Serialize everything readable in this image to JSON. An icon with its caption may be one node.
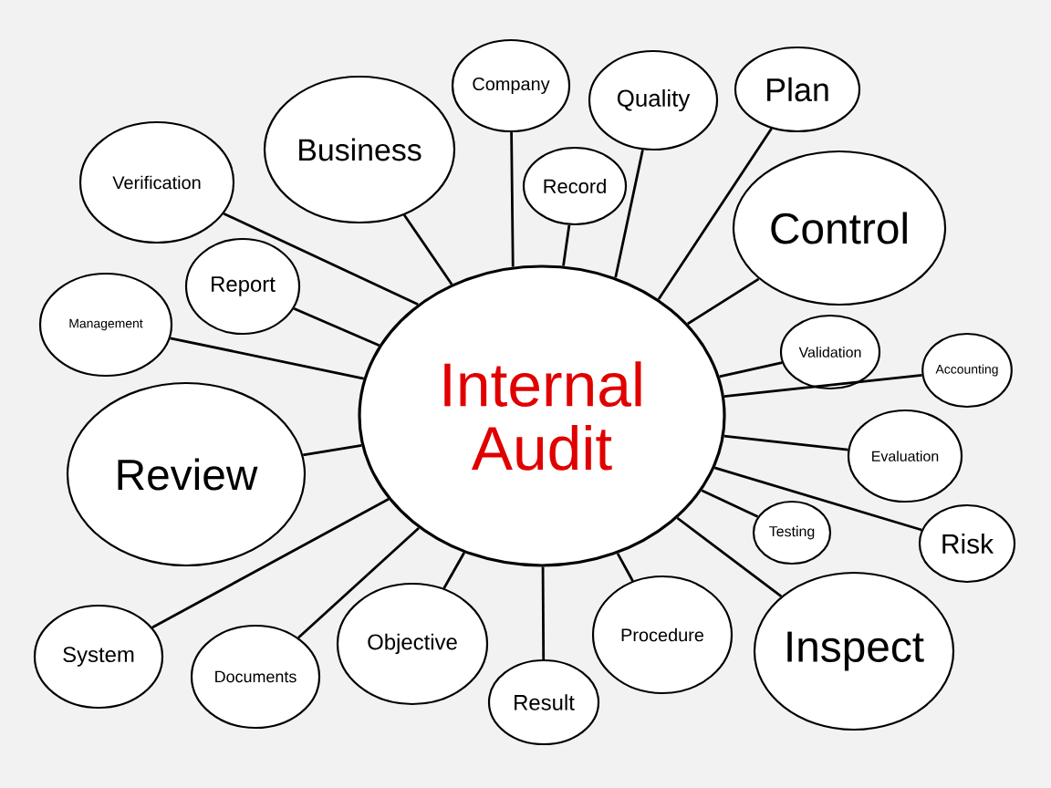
{
  "diagram": {
    "nodes": [
      {
        "text": [
          "Internal Audit"
        ]
      },
      {
        "text": [
          "Company"
        ]
      },
      {
        "text": [
          "Quality"
        ]
      },
      {
        "text": [
          "Plan"
        ]
      },
      {
        "text": [
          "Business"
        ]
      },
      {
        "text": [
          "Verification"
        ]
      },
      {
        "text": [
          "Record"
        ]
      },
      {
        "text": [
          "Control"
        ]
      },
      {
        "text": [
          "Report"
        ]
      },
      {
        "text": [
          "Management"
        ]
      },
      {
        "text": [
          "Validation"
        ]
      },
      {
        "text": [
          "Accounting"
        ]
      },
      {
        "text": [
          "Review"
        ]
      },
      {
        "text": [
          "Evaluation"
        ]
      },
      {
        "text": [
          "Testing"
        ]
      },
      {
        "text": [
          "Risk"
        ]
      },
      {
        "text": [
          "System"
        ]
      },
      {
        "text": [
          "Documents"
        ]
      },
      {
        "text": [
          "Objective"
        ]
      },
      {
        "text": [
          "Procedure"
        ]
      },
      {
        "text": [
          "Result"
        ]
      },
      {
        "text": [
          "Inspect"
        ]
      }
    ],
    "edges": [
      {
        "from": 0,
        "to": 1,
        "arrow": "none"
      },
      {
        "from": 0,
        "to": 2,
        "arrow": "none"
      },
      {
        "from": 0,
        "to": 3,
        "arrow": "none"
      },
      {
        "from": 0,
        "to": 4,
        "arrow": "none"
      },
      {
        "from": 0,
        "to": 5,
        "arrow": "none"
      },
      {
        "from": 0,
        "to": 6,
        "arrow": "none"
      },
      {
        "from": 0,
        "to": 7,
        "arrow": "none"
      },
      {
        "from": 0,
        "to": 8,
        "arrow": "none"
      },
      {
        "from": 0,
        "to": 9,
        "arrow": "none"
      },
      {
        "from": 0,
        "to": 10,
        "arrow": "none"
      },
      {
        "from": 0,
        "to": 11,
        "arrow": "none"
      },
      {
        "from": 0,
        "to": 12,
        "arrow": "none"
      },
      {
        "from": 0,
        "to": 13,
        "arrow": "none"
      },
      {
        "from": 0,
        "to": 14,
        "arrow": "none"
      },
      {
        "from": 0,
        "to": 15,
        "arrow": "none"
      },
      {
        "from": 0,
        "to": 16,
        "arrow": "none"
      },
      {
        "from": 0,
        "to": 17,
        "arrow": "none"
      },
      {
        "from": 0,
        "to": 18,
        "arrow": "none"
      },
      {
        "from": 0,
        "to": 19,
        "arrow": "none"
      },
      {
        "from": 0,
        "to": 20,
        "arrow": "none"
      },
      {
        "from": 0,
        "to": 21,
        "arrow": "none"
      }
    ]
  }
}
